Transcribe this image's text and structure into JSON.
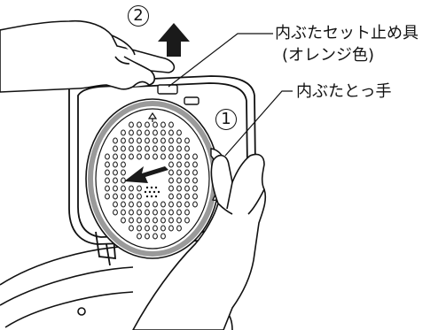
{
  "diagram": {
    "labels": {
      "lid_set_stopper_line1": "内ぶたセット止め具",
      "lid_set_stopper_line2": "(オレンジ色)",
      "lid_handle": "内ぶたとっ手"
    },
    "steps": {
      "step1": "1",
      "step2": "2"
    },
    "icons": [
      "up-arrow-icon",
      "left-arrow-icon"
    ],
    "colors": {
      "line": "#111111",
      "gasket": "#9a9a9a",
      "arrow": "#1a1a1a"
    }
  }
}
